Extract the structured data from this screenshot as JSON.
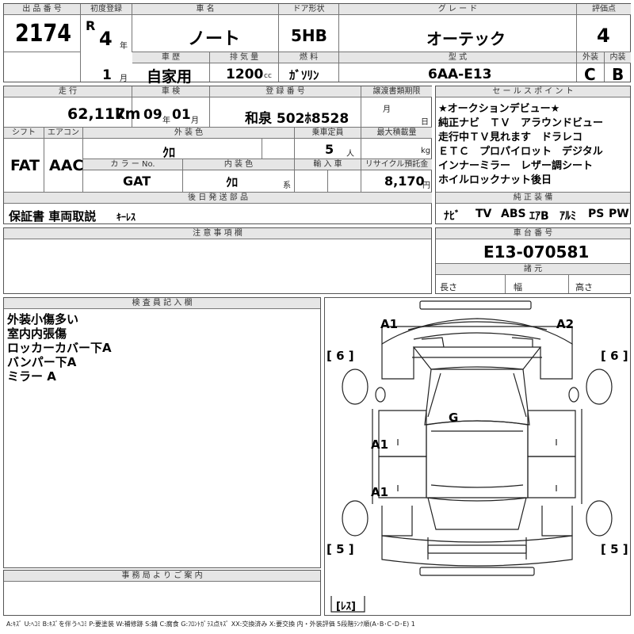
{
  "lot": {
    "label": "出 品 番 号",
    "value": "2174"
  },
  "first_reg": {
    "label": "初度登録",
    "era": "R",
    "year": "4",
    "year_unit": "年",
    "month": "1",
    "month_unit": "月"
  },
  "car_name": {
    "label": "車 名",
    "value": "ノート"
  },
  "door_type": {
    "label": "ドア形状",
    "value": "5HB"
  },
  "grade": {
    "label": "グ レ ー ド",
    "value": "オーテック"
  },
  "score": {
    "label": "評価点",
    "value": "4"
  },
  "car_history": {
    "label": "車 歴",
    "value": "自家用"
  },
  "displacement": {
    "label": "排 気 量",
    "value": "1200",
    "unit": "cc"
  },
  "fuel": {
    "label": "燃 料",
    "value": "ｶﾞｿﾘﾝ"
  },
  "model_code": {
    "label": "型 式",
    "value": "6AA-E13"
  },
  "exterior_grade": {
    "label": "外装",
    "value": "C"
  },
  "interior_grade": {
    "label": "内装",
    "value": "B"
  },
  "mileage": {
    "label": "走 行",
    "value": "62,117",
    "unit": "km"
  },
  "inspection": {
    "label": "車 検",
    "year": "09",
    "year_unit": "年",
    "month": "01",
    "month_unit": "月"
  },
  "plate": {
    "label": "登 録 番 号",
    "value": "和泉 502ﾎ8528"
  },
  "transfer_doc": {
    "label": "譲渡書類期限",
    "month_unit": "月",
    "day_unit": "日"
  },
  "shift": {
    "label": "シフト",
    "value": "FAT"
  },
  "aircon": {
    "label": "エアコン",
    "value": "AAC"
  },
  "ext_color": {
    "label": "外 装 色",
    "value": "ｸﾛ"
  },
  "capacity": {
    "label": "乗車定員",
    "value": "5",
    "unit": "人"
  },
  "max_load": {
    "label": "最大積載量",
    "unit": "kg"
  },
  "color_no": {
    "label": "カ ラ ー No.",
    "value": "GAT"
  },
  "int_color": {
    "label": "内 装 色",
    "value": "ｸﾛ",
    "suffix": "系"
  },
  "import": {
    "label": "輸 入 車"
  },
  "recycle": {
    "label": "リサイクル預託金",
    "value": "8,170",
    "unit": "円"
  },
  "later_parts": {
    "label": "後 日 発 送 部 品",
    "value": "保証書 車両取説",
    "extra": "ｷｰﾚｽ"
  },
  "selling_points": {
    "label": "セ ー ル ス ポ イ ン ト",
    "lines": [
      "★オークションデビュー★",
      "純正ナビ　ＴＶ　アラウンドビュー",
      "走行中ＴＶ見れます　ドラレコ",
      "ＥＴＣ　プロパイロット　デジタル",
      "インナーミラー　レザー調シート",
      "ホイルロックナット後日"
    ]
  },
  "genuine_equipment": {
    "label": "純 正 装 備",
    "items": [
      "ﾅﾋﾞ",
      "TV",
      "ABS",
      "ｴｱB",
      "ｱﾙﾐ",
      "PS",
      "PW"
    ]
  },
  "notes": {
    "label": "注 意 事 項 欄"
  },
  "chassis": {
    "label": "車 台 番 号",
    "value": "E13-070581"
  },
  "specs": {
    "label": "諸 元",
    "length": "長さ",
    "width": "幅",
    "height": "高さ"
  },
  "inspector": {
    "label": "検 査 員 記 入 欄",
    "lines": [
      "外装小傷多い",
      "室内内張傷",
      "ロッカーカバー下A",
      "バンパー下A",
      "ミラー A"
    ]
  },
  "office": {
    "label": "事 務 局 よ り ご 案 内"
  },
  "diagram": {
    "a1_left_front": "A1",
    "a2_right_front": "A2",
    "six_left": "[ 6 ]",
    "six_right": "[ 6 ]",
    "g": "G",
    "a1_side_1": "A1",
    "a1_side_2": "A1",
    "five_left": "[ 5 ]",
    "five_right": "[ 5 ]",
    "resu": "[ﾚｽ]"
  },
  "legend": "A:ｷｽﾞ U:ﾍｺﾐ B:ｷｽﾞを伴うﾍｺﾐ P:要塗装 W:補修跡 S:錆 C:腐食 G:ﾌﾛﾝﾄｶﾞﾗｽ点ｷｽﾞ XX:交換済み X:要交換 内・外装評価 5段階ﾗﾝｸ順(A･B･C･D･E) 1"
}
